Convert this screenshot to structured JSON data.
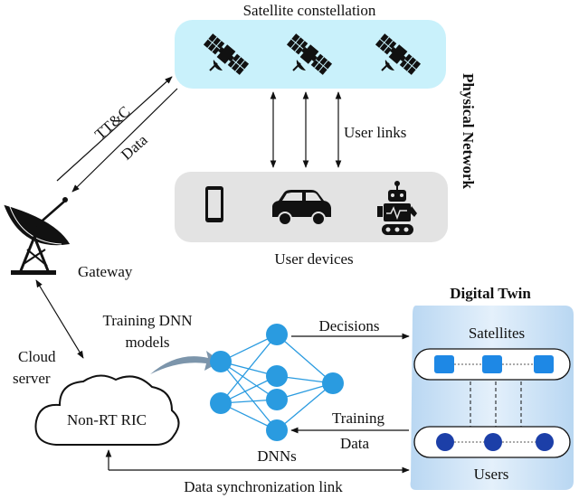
{
  "labels": {
    "satellite_constellation": "Satellite constellation",
    "physical_network": "Physical Network",
    "user_links": "User links",
    "ttc": "TT&C",
    "data": "Data",
    "user_devices": "User devices",
    "gateway": "Gateway",
    "digital_twin": "Digital Twin",
    "satellites": "Satellites",
    "users": "Users",
    "training_dnn_line1": "Training DNN",
    "training_dnn_line2": "models",
    "decisions": "Decisions",
    "training_line1": "Training",
    "training_line2": "Data",
    "cloud_line1": "Cloud",
    "cloud_line2": "server",
    "non_rt_ric": "Non-RT RIC",
    "dnns": "DNNs",
    "sync_link": "Data synchronization link"
  },
  "icons": {
    "satellite": "satellite-icon",
    "phone": "smartphone-icon",
    "car": "car-icon",
    "robot": "robot-icon",
    "dish": "satellite-dish-icon",
    "cloud": "cloud-icon"
  },
  "colors": {
    "constellation_box": "#c9f1fb",
    "devices_box": "#e3e3e3",
    "twin_panel": "#d6e9f8",
    "node_blue": "#2a9be0",
    "dark_blue": "#1c3fa8",
    "mid_blue": "#1e88e5",
    "arrow_gray": "#7c95ab"
  }
}
